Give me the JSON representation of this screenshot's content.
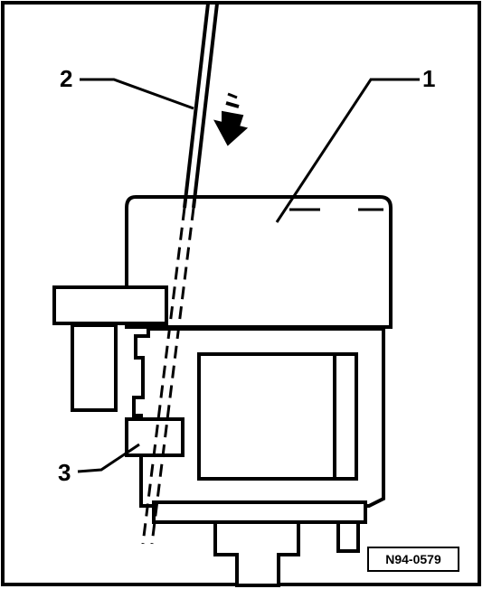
{
  "callouts": {
    "item_1": "1",
    "item_2": "2",
    "item_3": "3"
  },
  "figure_id": "N94-0579",
  "colors": {
    "line": "#000000",
    "background": "#ffffff"
  }
}
